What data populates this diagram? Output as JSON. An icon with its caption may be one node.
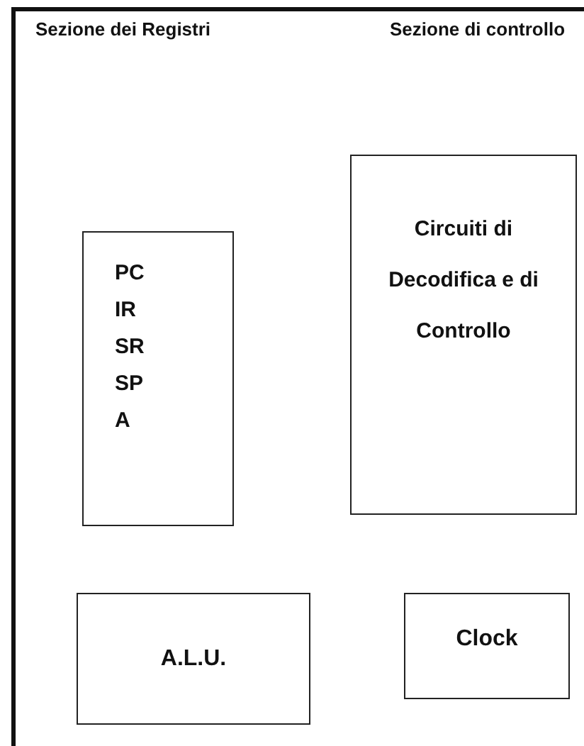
{
  "diagram": {
    "nodes": [
      {
        "text": [],
        "shape": "box"
      },
      {
        "text": [
          "PC",
          "IR",
          "SR",
          "SP",
          "A"
        ],
        "in": 0
      },
      {
        "text": [
          "Circuiti di Decodifica e di Controllo"
        ],
        "in": 0
      },
      {
        "text": [
          "A.L.U."
        ],
        "in": 0
      },
      {
        "text": [
          "Clock"
        ],
        "in": 0
      }
    ],
    "labels": [
      "Sezione dei Registri",
      "Sezione di controllo"
    ]
  }
}
